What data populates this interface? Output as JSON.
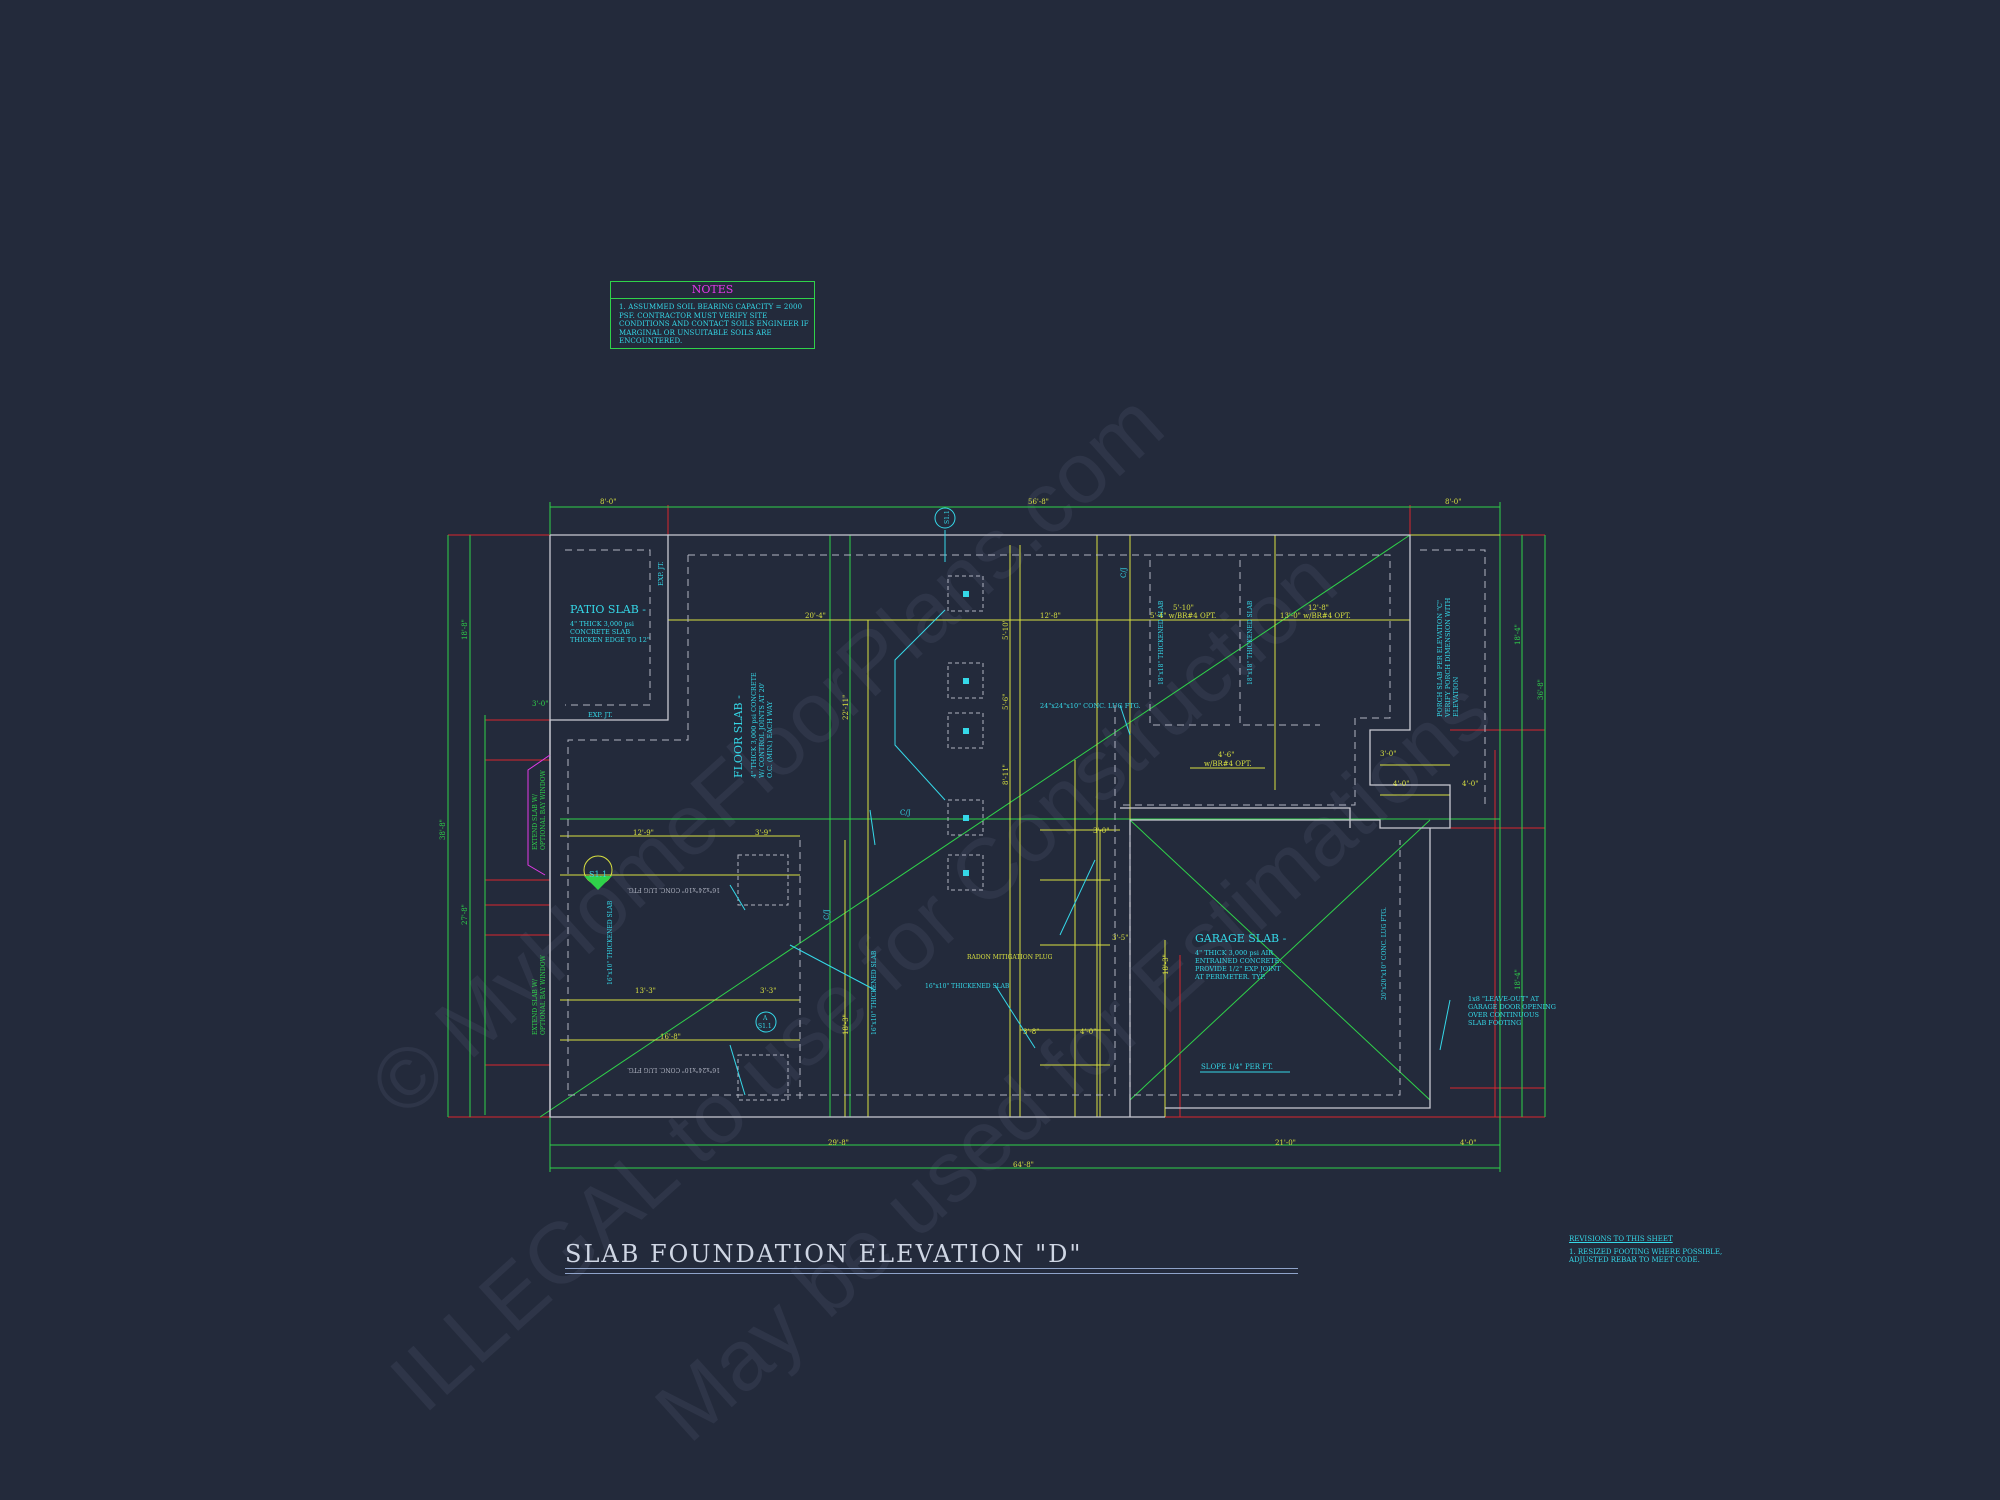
{
  "sheet_title": "SLAB FOUNDATION ELEVATION \"D\"",
  "notes": {
    "title": "NOTES",
    "items": [
      "1. ASSUMMED SOIL BEARING CAPACITY = 2000 PSF.  CONTRACTOR MUST VERIFY SITE CONDITIONS AND CONTACT SOILS ENGINEER IF MARGINAL OR UNSUITABLE SOILS ARE ENCOUNTERED."
    ]
  },
  "revisions": {
    "title": "REVISIONS TO THIS SHEET",
    "items": [
      "1. RESIZED FOOTING WHERE POSSIBLE, ADJUSTED REBAR TO MEET CODE."
    ]
  },
  "watermark": {
    "lines": [
      "© MyHomeFloorPlans.com",
      "ILLEGAL to use for Construction",
      "May be used for Estimations"
    ]
  },
  "colors": {
    "background": "#232a3b",
    "slab_outline": "#c9c9d2",
    "dimension_yellow": "#d8e040",
    "dimension_green": "#2fd24a",
    "grid_red": "#d8262c",
    "text_cyan": "#35d8e8",
    "note_magenta": "#e33ae8",
    "hidden_footing": "#b0b4c2"
  },
  "labels": {
    "patio_slab": "PATIO SLAB -",
    "patio_note": [
      "4\" THICK 3,000 psi",
      "CONCRETE SLAB",
      "THICKEN EDGE TO 12\""
    ],
    "floor_slab": "FLOOR SLAB -",
    "floor_note": [
      "4\" THICK 3,000 psi CONCRETE",
      "W/ CONTROL JOINTS AT 20'",
      "O.C. (MIN.) EACH WAY"
    ],
    "garage_slab": "GARAGE SLAB -",
    "garage_note": [
      "4\" THICK 3,000 psi AIR",
      "ENTRAINED CONCRETE.",
      "PROVIDE 1/2\" EXP JOINT",
      "AT PERIMETER. TYP."
    ],
    "slope": "SLOPE 1/4\" PER FT.",
    "radon": "RADON MITIGATION PLUG",
    "exp_jt_1": "EXP. JT.",
    "exp_jt_2": "EXP. JT.",
    "porch_note": [
      "PORCH SLAB PER ELEVATION \"C\"",
      "VERIFY PORCH DIMENSION WITH",
      "ELEVATION"
    ],
    "leave_out": [
      "1x8 \"LEAVE-OUT\" AT",
      "GARAGE DOOR OPENING",
      "OVER CONTINUOUS",
      "SLAB FOOTING"
    ],
    "bay_1": [
      "EXTEND SLAB W/",
      "OPTIONAL BAY WINDOW"
    ],
    "bay_2": [
      "EXTEND SLAB W/",
      "OPTIONAL BAY WINDOW"
    ],
    "ftg_24": "24\"x24\"x10\" CONC. LUG FTG.",
    "ftg_16_thick_1": "16\"x10\" THICKENED SLAB",
    "ftg_16_thick_2": "16\"x10\" THICKENED SLAB",
    "ftg_16_thick_3": "16\"x10\" THICKENED SLAB",
    "ftg_18_thick_1": "18\"x18\" THICKENED SLAB",
    "ftg_18_thick_2": "18\"x18\" THICKENED SLAB",
    "ftg_20_conc": "20\"x20\"x10\" CONC. LUG FTG.",
    "ftg_mirror_1": "16\"x24\"x10\" CONC. LUG FTG.",
    "ftg_mirror_2": "16\"x24\"x10\" CONC. LUG FTG.",
    "cj_1": "C/J",
    "cj_2": "C/J",
    "cj_3": "C/J",
    "tag_s11": "S1.1",
    "tag_s11_b": "S1.1",
    "tag_a": "A",
    "tag_top": "S1.1"
  },
  "dimensions": {
    "top_left": "8'-0\"",
    "top_mid": "56'-8\"",
    "top_right": "8'-0\"",
    "bottom_total": "64'-8\"",
    "bottom_1": "29'-8\"",
    "bottom_2": "21'-0\"",
    "bottom_3": "4'-0\"",
    "left_total": "38'-8\"",
    "left_a": "18'-8\"",
    "left_b": "27'-8\"",
    "right_total": "36'-8\"",
    "right_a": "18'-4\"",
    "right_b": "18'-4\"",
    "inner_1": "20'-4\"",
    "inner_2": "12'-8\"",
    "inner_3": "5'-10\"",
    "inner_4": "12'-8\"",
    "inner_5": "12'-9\"",
    "inner_6": "3'-9\"",
    "inner_7": "13'-3\"",
    "inner_8": "3'-3\"",
    "inner_9": "16'-8\"",
    "inner_10": "4'-6\"",
    "inner_11": "3'-0\"",
    "inner_12": "3'-0\"",
    "inner_13": "4'-0\"",
    "inner_14": "3'-8\"",
    "inner_15": "4'-0\"",
    "inner_16": "3'-5\"",
    "opt_1": "5'-4\" w/BR#4 OPT.",
    "opt_2": "13'-0\" w/BR#4 OPT.",
    "opt_3": "w/BR#4 OPT.",
    "v_1": "22'-11\"",
    "v_2": "18'-3\"",
    "v_3": "18'-3\"",
    "v_4": "5'-10\"",
    "v_5": "8'-11\"",
    "v_6": "5'-6\""
  }
}
